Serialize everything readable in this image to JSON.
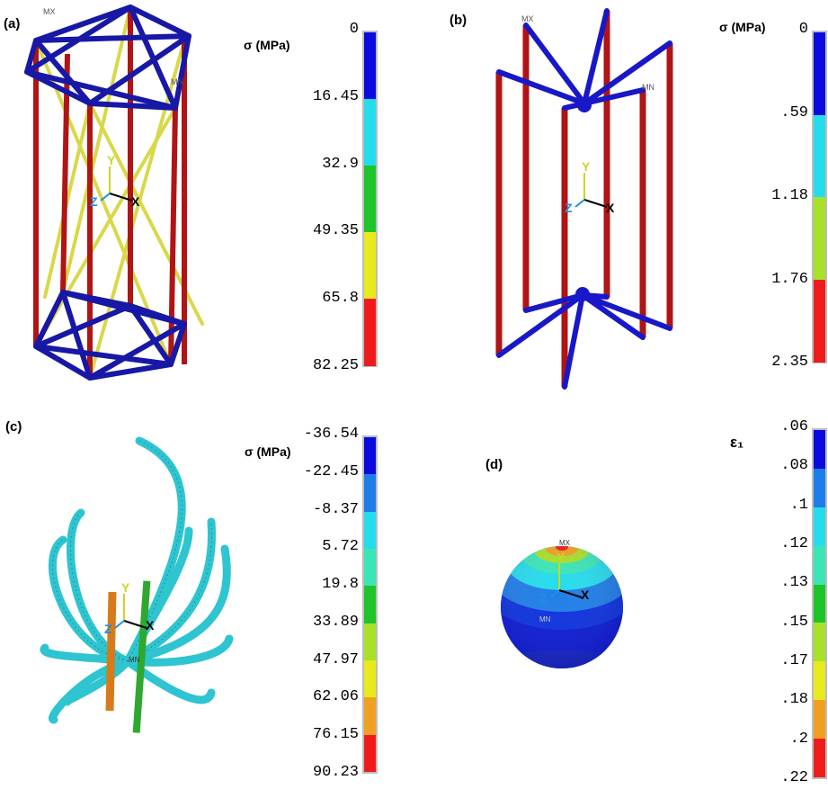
{
  "panels": {
    "a": {
      "label": "(a)",
      "max_label": "MX",
      "min_label": "MN"
    },
    "b": {
      "label": "(b)",
      "max_label": "MX",
      "min_label": "MN"
    },
    "c": {
      "label": "(c)",
      "min_label": "MN"
    },
    "d": {
      "label": "(d)",
      "max_label": "MX",
      "min_label": "MN"
    }
  },
  "triad": {
    "x": "X",
    "y": "Y",
    "z": "Z"
  },
  "legends": {
    "a": {
      "title": "σ (MPa)",
      "ticks": [
        "0",
        "16.45",
        "32.9",
        "49.35",
        "65.8",
        "82.25"
      ],
      "colors": [
        "#0a0adf",
        "#25dcec",
        "#1ec42a",
        "#e8ea1e",
        "#ee1b1b"
      ]
    },
    "b": {
      "title": "σ (MPa)",
      "ticks": [
        "0",
        ".59",
        "1.18",
        "1.76",
        "2.35"
      ],
      "colors": [
        "#0a0adf",
        "#25dcec",
        "#a8e02a",
        "#ee1b1b"
      ]
    },
    "c": {
      "title": "σ (MPa)",
      "ticks": [
        "-36.54",
        "-22.45",
        "-8.37",
        "5.72",
        "19.8",
        "33.89",
        "47.97",
        "62.06",
        "76.15",
        "90.23"
      ],
      "colors": [
        "#0a0adf",
        "#1e7de8",
        "#25dcec",
        "#3ae6b6",
        "#1ec42a",
        "#a8e02a",
        "#e8ea1e",
        "#f0a020",
        "#ee1b1b"
      ]
    },
    "d": {
      "title": "ε₁",
      "ticks": [
        ".06",
        ".08",
        ".1",
        ".12",
        ".13",
        ".15",
        ".17",
        ".18",
        ".2",
        ".22"
      ],
      "colors": [
        "#0a0adf",
        "#1e7de8",
        "#25dcec",
        "#3ae6b6",
        "#1ec42a",
        "#a8e02a",
        "#e8ea1e",
        "#f0a020",
        "#ee1b1b"
      ]
    }
  }
}
